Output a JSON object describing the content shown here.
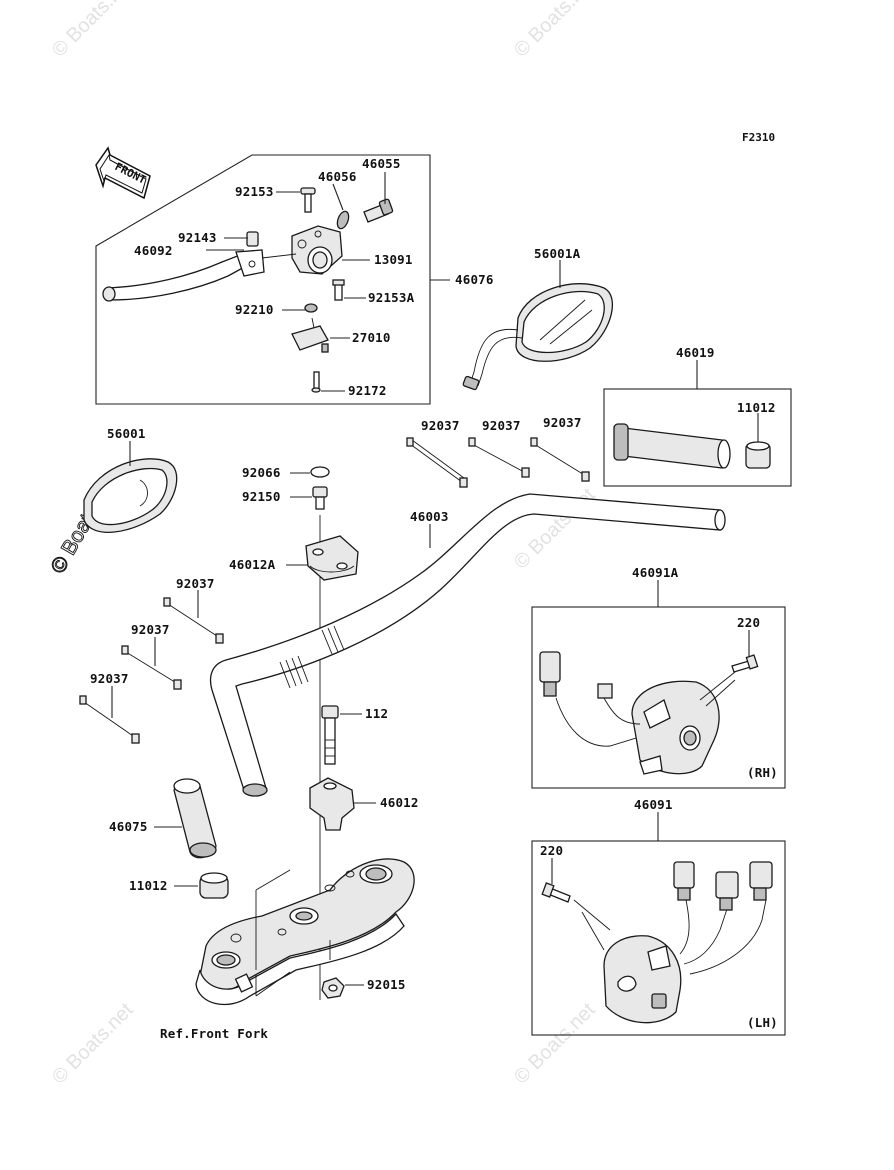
{
  "diagram_code": "F2310",
  "front_arrow_label": "FRONT",
  "ref_note": "Ref.Front Fork",
  "watermark_text": "© Boats.net",
  "parts": {
    "p46055": "46055",
    "p46056": "46056",
    "p92153": "92153",
    "p92143": "92143",
    "p46092": "46092",
    "p13091": "13091",
    "p46076": "46076",
    "p92153A": "92153A",
    "p92210": "92210",
    "p27010": "27010",
    "p92172": "92172",
    "p56001A": "56001A",
    "p46019": "46019",
    "p11012_top": "11012",
    "p56001": "56001",
    "p92037_a": "92037",
    "p92037_b": "92037",
    "p92037_c": "92037",
    "p92066": "92066",
    "p92150": "92150",
    "p46003": "46003",
    "p46012A": "46012A",
    "p92037_d": "92037",
    "p92037_e": "92037",
    "p92037_f": "92037",
    "p46091A": "46091A",
    "p220_rh": "220",
    "rh_label": "(RH)",
    "p112": "112",
    "p46012": "46012",
    "p46075": "46075",
    "p11012_bot": "11012",
    "p46091": "46091",
    "p220_lh": "220",
    "lh_label": "(LH)",
    "p92015": "92015"
  },
  "colors": {
    "line": "#222222",
    "watermark": "#e2e2e2",
    "background": "#ffffff"
  }
}
